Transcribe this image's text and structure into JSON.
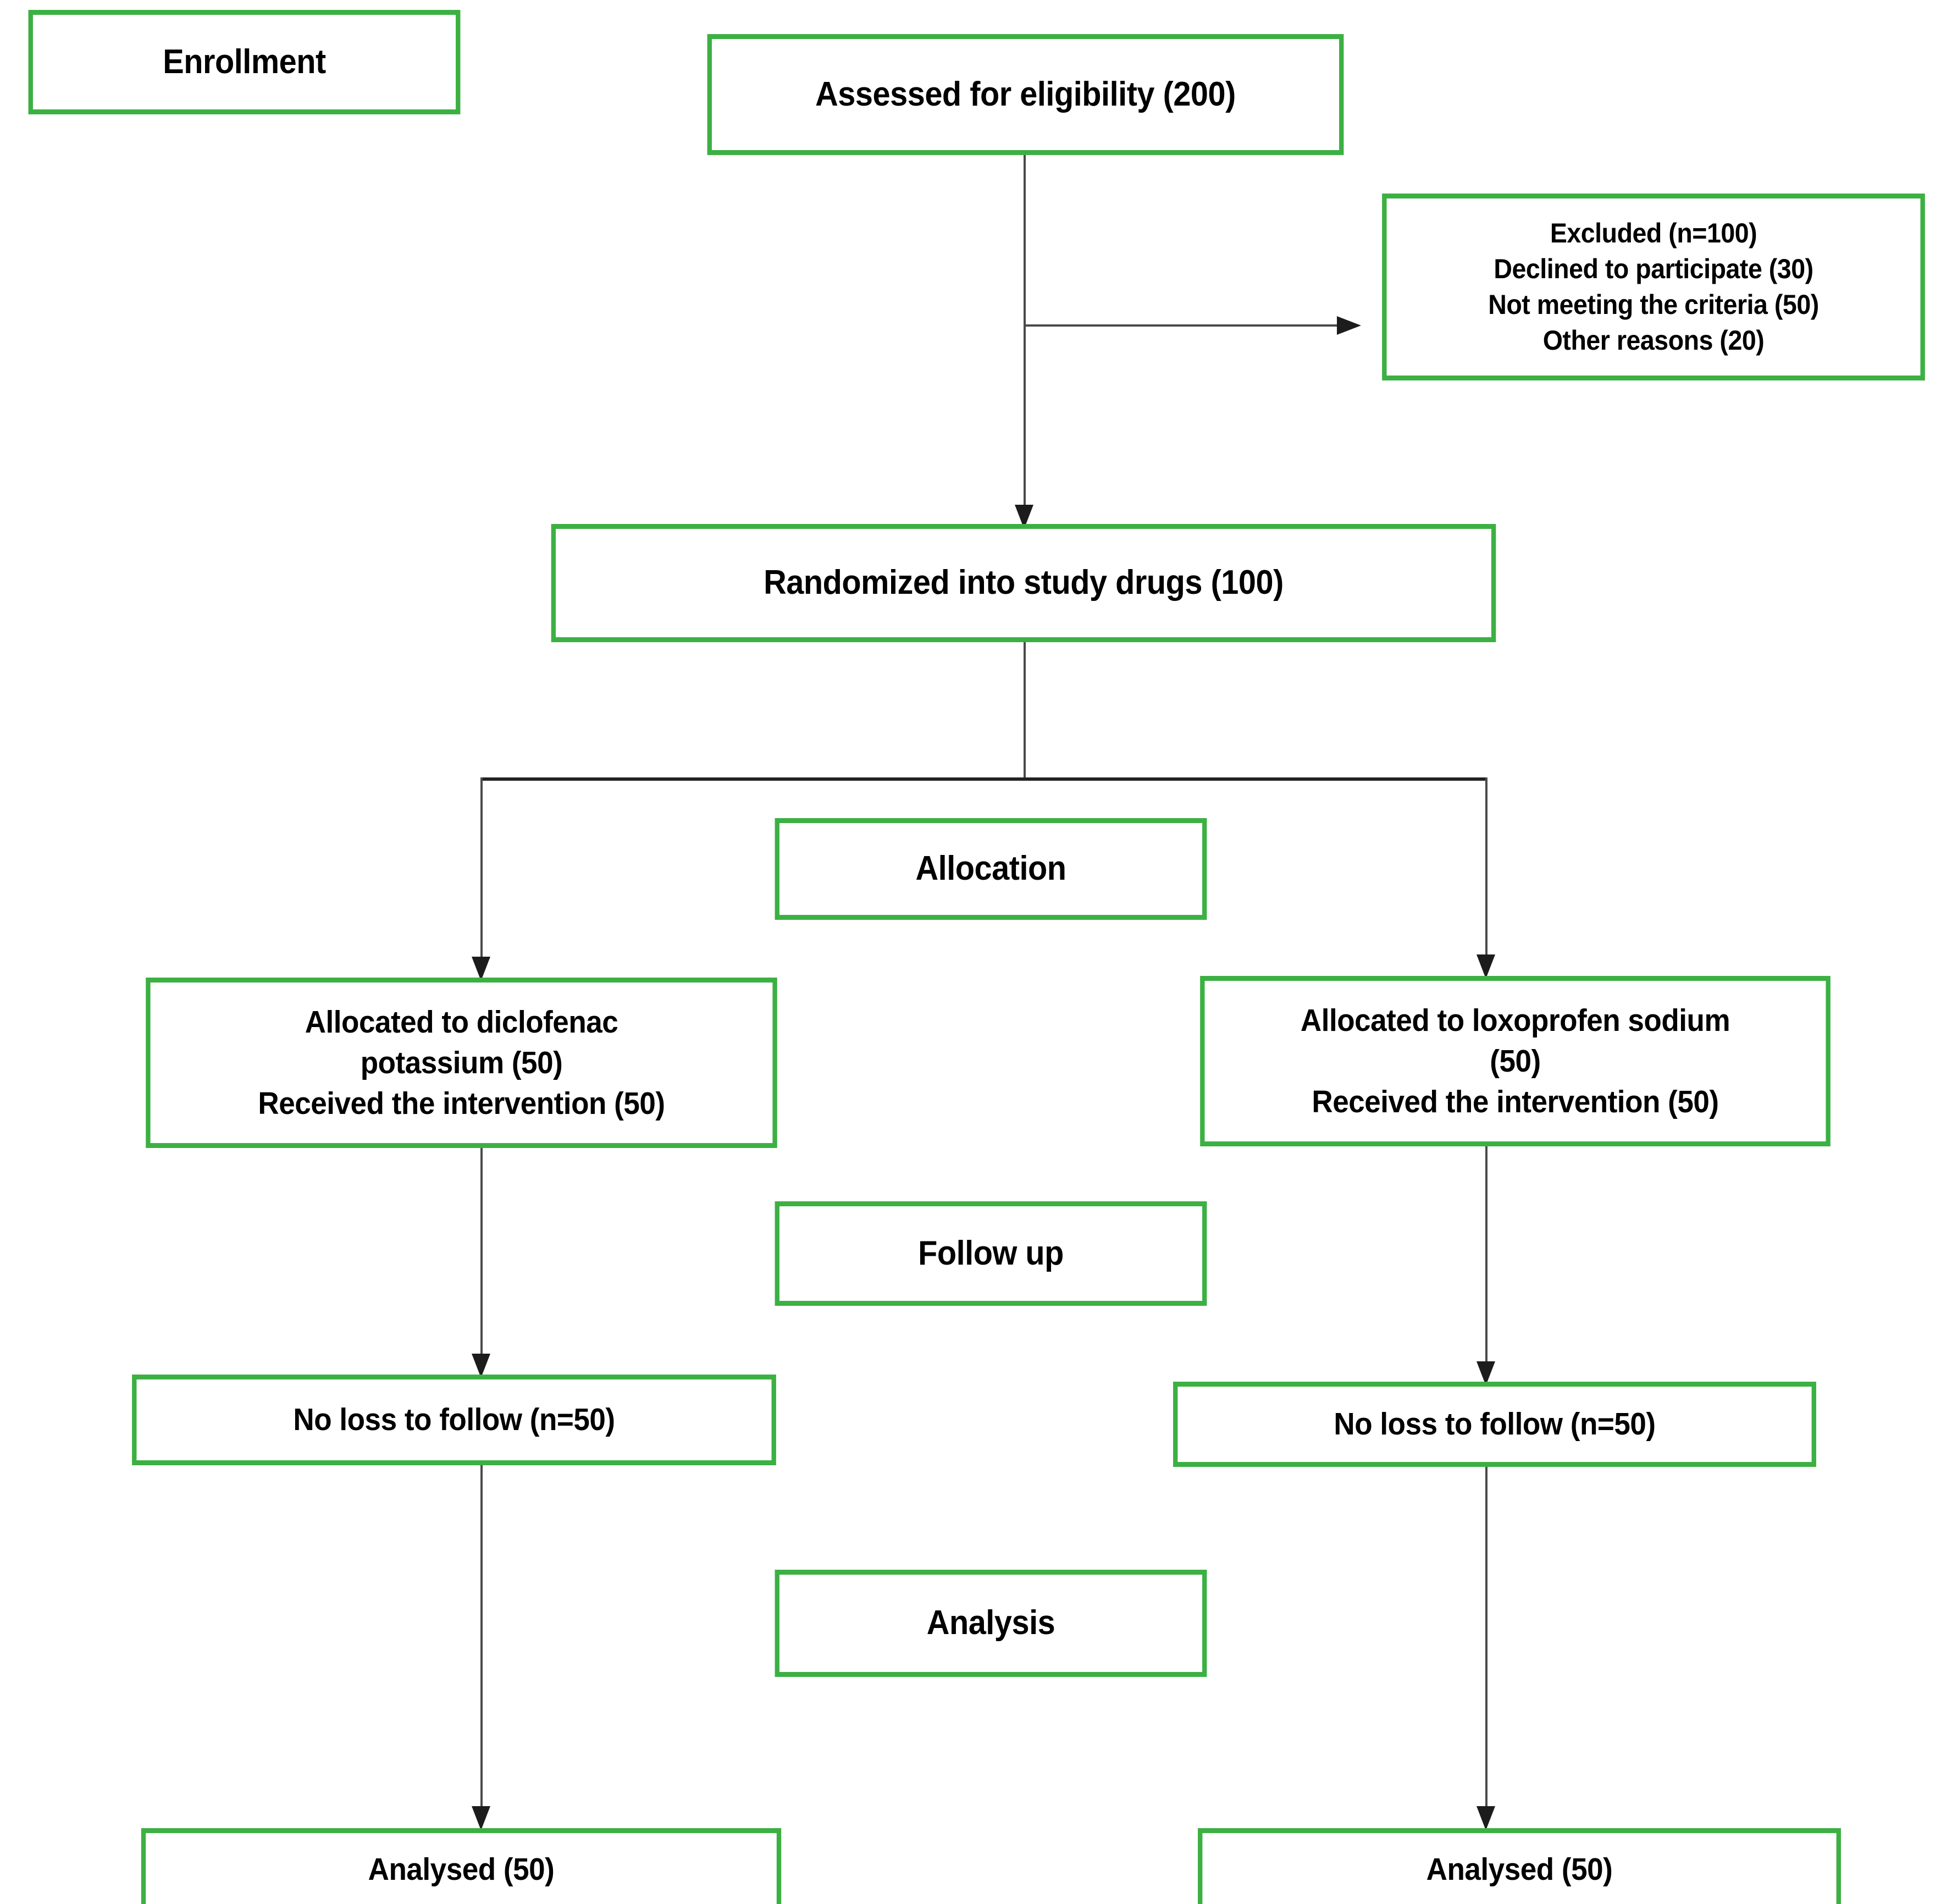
{
  "diagram": {
    "type": "consort-flow-diagram",
    "accent_color": "#3cb043",
    "connector_color": "#4a4a4a",
    "text_color": "#000000",
    "background": "#ffffff"
  },
  "stage_labels": {
    "enrollment": "Enrollment",
    "allocation": "Allocation",
    "follow_up": "Follow up",
    "analysis": "Analysis"
  },
  "nodes": {
    "assessed": "Assessed for eligibility (200)",
    "excluded": [
      "Excluded (n=100)",
      "Declined to participate (30)",
      "Not meeting the criteria (50)",
      "Other reasons (20)"
    ],
    "randomized": "Randomized into study drugs (100)",
    "allocated_left": [
      "Allocated to diclofenac",
      "potassium (50)",
      "Received the intervention (50)"
    ],
    "allocated_right": [
      "Allocated to loxoprofen sodium",
      "(50)",
      "Received the intervention (50)"
    ],
    "followup_left": "No loss to follow (n=50)",
    "followup_right": "No loss to follow (n=50)",
    "analysed_left": "Analysed (50)",
    "analysed_right": "Analysed (50)"
  },
  "chart_data": {
    "type": "diagram",
    "title": "CONSORT participant flow",
    "counts": {
      "assessed_for_eligibility": 200,
      "excluded_total": 100,
      "excluded_declined_to_participate": 30,
      "excluded_not_meeting_criteria": 50,
      "excluded_other_reasons": 20,
      "randomized": 100,
      "allocated_diclofenac_potassium": 50,
      "received_intervention_diclofenac_potassium": 50,
      "allocated_loxoprofen_sodium": 50,
      "received_intervention_loxoprofen_sodium": 50,
      "no_loss_to_follow_diclofenac_potassium": 50,
      "no_loss_to_follow_loxoprofen_sodium": 50,
      "analysed_diclofenac_potassium": 50,
      "analysed_loxoprofen_sodium": 50
    },
    "arms": [
      "diclofenac potassium",
      "loxoprofen sodium"
    ],
    "stages": [
      "Enrollment",
      "Allocation",
      "Follow up",
      "Analysis"
    ]
  }
}
